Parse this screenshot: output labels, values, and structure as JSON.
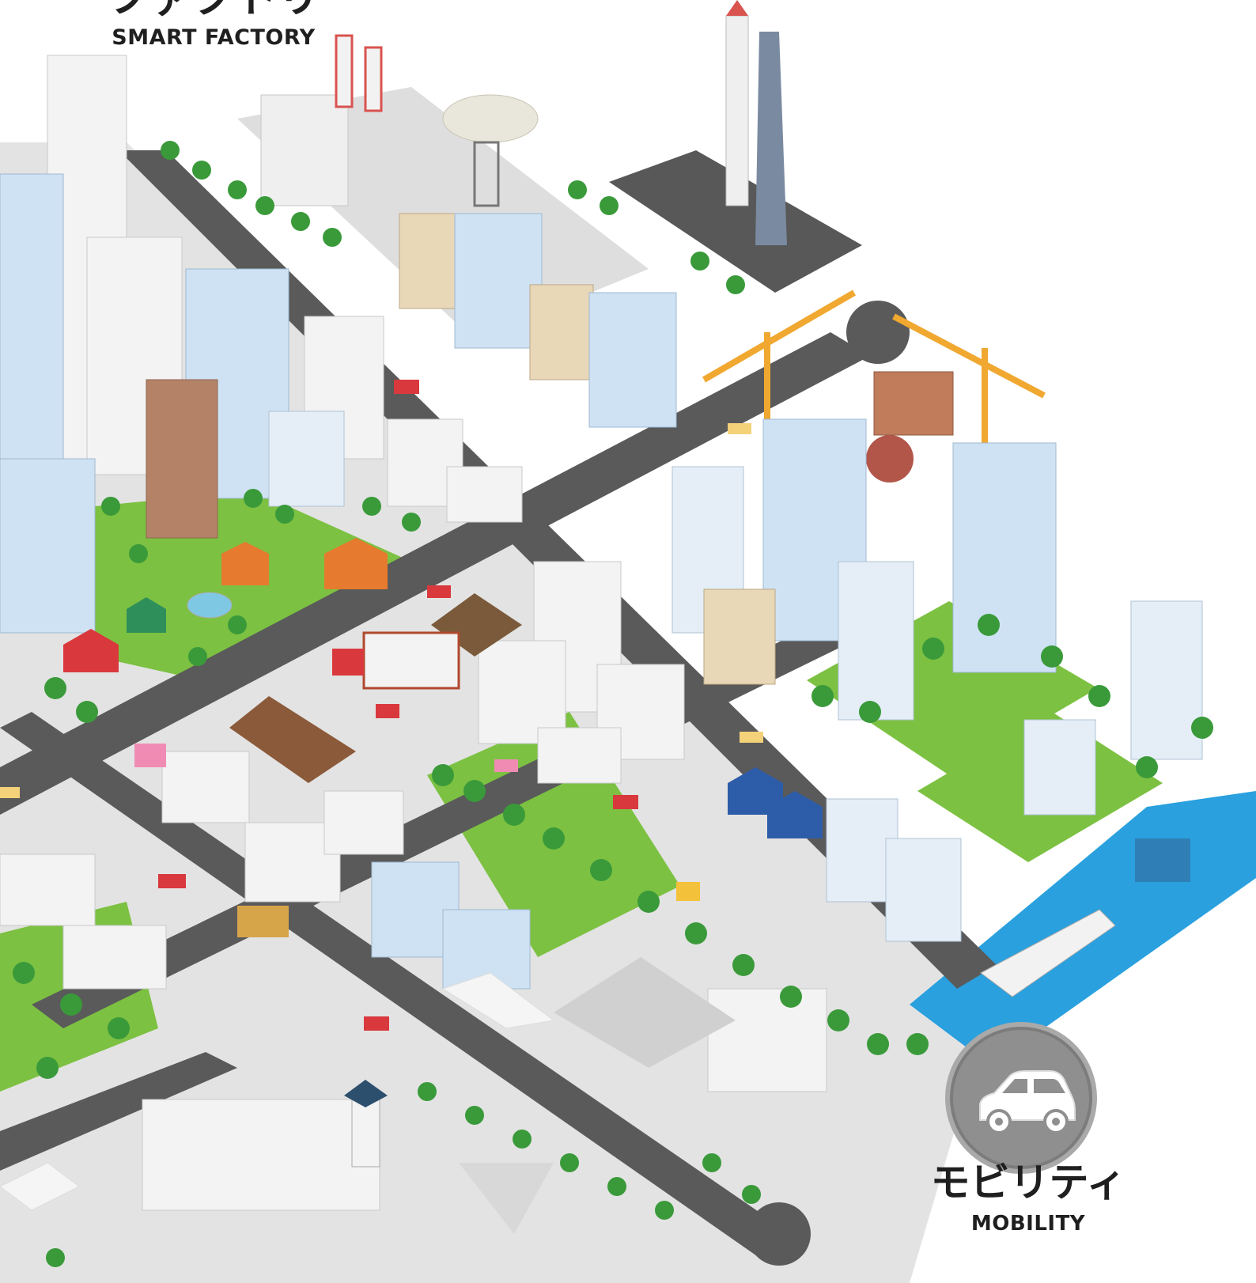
{
  "labels": {
    "factory": {
      "jp": "ファクトリ",
      "en": "SMART FACTORY"
    },
    "mobility": {
      "jp": "モビリティ",
      "en": "MOBILITY"
    }
  },
  "colors": {
    "ground": "#dcdcdc",
    "road": "#5a5a5a",
    "park": "#7cc142",
    "tree": "#3a9a3a",
    "water": "#2aa0de",
    "glass_building": "#cfe2f3",
    "white_building": "#f2f2f2",
    "brick": "#b48367",
    "crane": "#f0a830",
    "badge": "#8f8f8f"
  },
  "icons": [
    "car-icon"
  ]
}
